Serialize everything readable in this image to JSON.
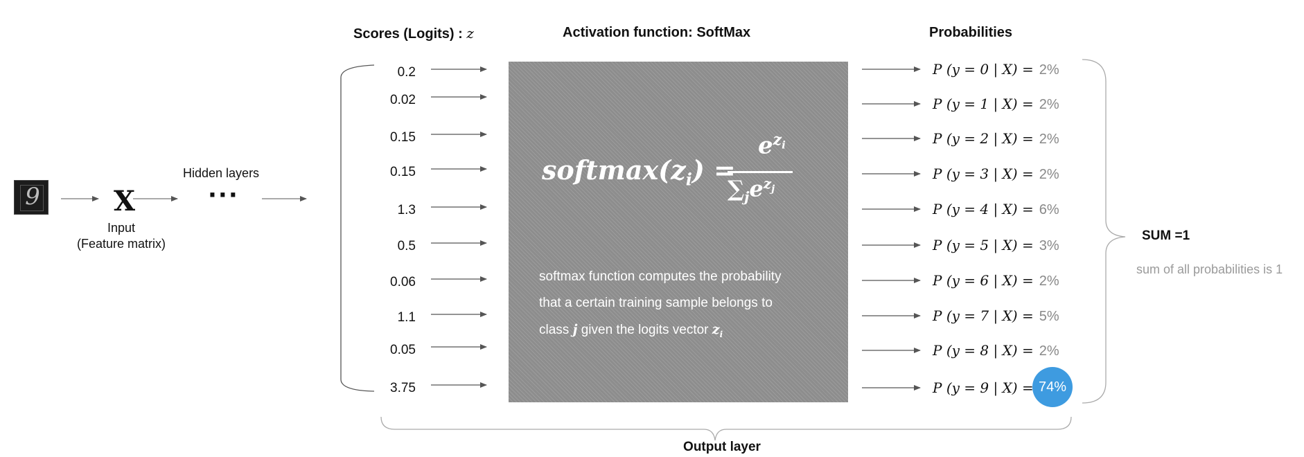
{
  "headers": {
    "scores": "Scores (Logits) : ",
    "scores_var": "z",
    "activation": "Activation function:  SoftMax",
    "probabilities": "Probabilities"
  },
  "input": {
    "digit_glyph": "9",
    "symbol": "X",
    "label_line1": "Input",
    "label_line2": "(Feature matrix)"
  },
  "hidden": {
    "label": "Hidden layers",
    "dots": "···"
  },
  "logits": [
    "0.2",
    "0.02",
    "0.15",
    "0.15",
    "1.3",
    "0.5",
    "0.06",
    "1.1",
    "0.05",
    "3.75"
  ],
  "softmax": {
    "formula_lhs": "softmax(z",
    "formula_sub": "i",
    "formula_eq": ") =",
    "numerator": "e",
    "numerator_sup": "z",
    "numerator_sub": "i",
    "denominator": "∑",
    "denominator_sub": "j",
    "denominator_e": "e",
    "denominator_sup": "z",
    "denominator_sup_sub": "j",
    "desc_line1": "softmax function computes the probability",
    "desc_line2": "that a certain training sample belongs to",
    "desc_line3_pre": "class ",
    "desc_line3_j": "j",
    "desc_line3_mid": " given the logits vector ",
    "desc_line3_z": "z",
    "desc_line3_zi": "i"
  },
  "probabilities": [
    {
      "label": "P (y = 0 | X)  =",
      "value": "2%"
    },
    {
      "label": "P (y = 1 | X)  =",
      "value": "2%"
    },
    {
      "label": "P (y = 2 | X)  =",
      "value": "2%"
    },
    {
      "label": "P (y = 3 | X)  =",
      "value": "2%"
    },
    {
      "label": "P (y = 4 | X)  =",
      "value": "6%"
    },
    {
      "label": "P (y = 5 | X)  =",
      "value": "3%"
    },
    {
      "label": "P (y = 6 | X)  =",
      "value": "2%"
    },
    {
      "label": "P (y = 7 | X)  =",
      "value": "5%"
    },
    {
      "label": "P (y = 8 | X)  =",
      "value": "2%"
    },
    {
      "label": "P (y = 9 | X)  =",
      "value": "74%"
    }
  ],
  "sum": {
    "title": "SUM =1",
    "desc": "sum of all probabilities is 1"
  },
  "output_layer": "Output  layer",
  "colors": {
    "highlight": "#3e9be0",
    "box": "#8d8d8d",
    "arrow": "#555555",
    "muted": "#888888"
  }
}
